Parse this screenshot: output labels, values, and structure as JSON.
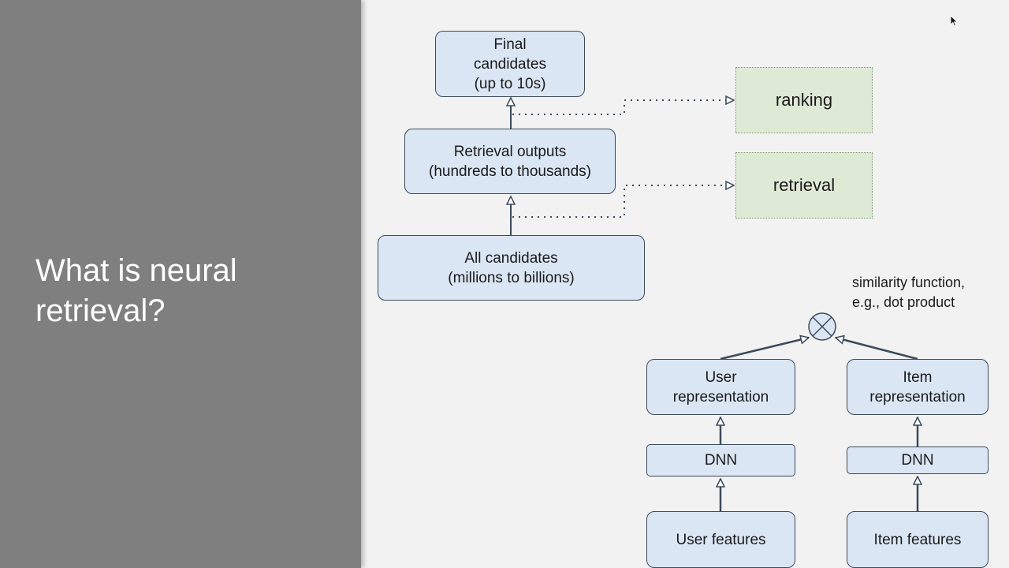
{
  "slide": {
    "title": "What is neural retrieval?"
  },
  "funnel": {
    "final_candidates": "Final\ncandidates\n(up to 10s)",
    "retrieval_outputs": "Retrieval outputs\n(hundreds to thousands)",
    "all_candidates": "All candidates\n(millions to billions)"
  },
  "stages": {
    "ranking": "ranking",
    "retrieval": "retrieval"
  },
  "two_tower": {
    "similarity_note": "similarity function,\ne.g., dot product",
    "user_representation": "User\nrepresentation",
    "item_representation": "Item\nrepresentation",
    "user_dnn": "DNN",
    "item_dnn": "DNN",
    "user_features": "User features",
    "item_features": "Item features"
  },
  "colors": {
    "background": "#f2f2f2",
    "left_panel": "#7f7f7f",
    "box_fill": "#dbe6f4",
    "stage_fill": "#dfead6",
    "line": "#3c4a5a"
  }
}
